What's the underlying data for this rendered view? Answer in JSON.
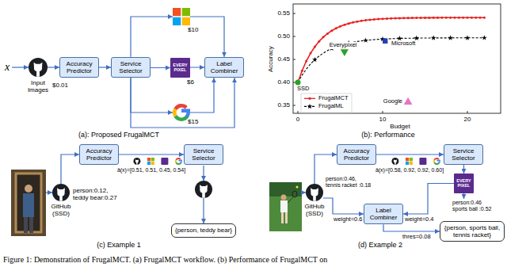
{
  "diagram": {
    "caption": "Figure 1: Demonstration of FrugalMCT. (a) FrugalMCT workflow. (b) Performance of FrugalMCT on",
    "nodes": [
      {
        "text": [
          "Input Images"
        ]
      },
      {
        "text": [
          "Accuracy Predictor"
        ]
      },
      {
        "text": [
          "Service Selector"
        ]
      },
      {
        "text": [
          "$10"
        ]
      },
      {
        "text": [
          "EVERY PIXEL",
          "$6"
        ]
      },
      {
        "text": [
          "$15"
        ]
      },
      {
        "text": [
          "Label Combiner"
        ]
      },
      {
        "text": [
          "Accuracy Predictor"
        ]
      },
      {
        "text": [
          "Service Selector"
        ]
      },
      {
        "text": [
          "GitHub (SSD)"
        ]
      },
      {
        "text": [
          "{person, teddy bear}"
        ]
      },
      {
        "text": [
          "Accuracy Predictor"
        ]
      },
      {
        "text": [
          "Service Selector"
        ]
      },
      {
        "text": [
          "GitHub (SSD)"
        ]
      },
      {
        "text": [
          "EVERY PIXEL"
        ]
      },
      {
        "text": [
          "Label Combiner"
        ]
      },
      {
        "text": [
          "{person, sports ball, tennis racket}"
        ]
      }
    ],
    "edges": [
      {
        "from": 0,
        "to": 1,
        "arrow": "to"
      },
      {
        "from": 1,
        "to": 2,
        "arrow": "to"
      },
      {
        "from": 2,
        "to": 3,
        "arrow": "to"
      },
      {
        "from": 2,
        "to": 4,
        "arrow": "to"
      },
      {
        "from": 2,
        "to": 5,
        "arrow": "to"
      },
      {
        "from": 2,
        "to": 6,
        "arrow": "to"
      },
      {
        "from": 3,
        "to": 6,
        "arrow": "to"
      },
      {
        "from": 4,
        "to": 6,
        "arrow": "to"
      },
      {
        "from": 5,
        "to": 6,
        "arrow": "to"
      },
      {
        "from": 9,
        "to": 7,
        "arrow": "to"
      },
      {
        "from": 7,
        "to": 8,
        "arrow": "to"
      },
      {
        "from": 13,
        "to": 11,
        "arrow": "to"
      },
      {
        "from": 11,
        "to": 12,
        "arrow": "to"
      },
      {
        "from": 12,
        "to": 14,
        "arrow": "to"
      },
      {
        "from": 13,
        "to": 15,
        "label": "weight=0.6",
        "arrow": "to"
      },
      {
        "from": 14,
        "to": 15,
        "label": "weight=0.4",
        "arrow": "to"
      },
      {
        "from": 15,
        "to": 16,
        "label": "thres=0.08",
        "arrow": "to"
      }
    ],
    "labels": [
      "x",
      "$0.01",
      "(a): Proposed FrugalMCT",
      "0.55",
      "0.50",
      "0.45",
      "0.40",
      "0.35",
      "0",
      "10",
      "20",
      "Accuracy",
      "Budget",
      "SSD",
      "Everypixel",
      "Microsoft",
      "Google",
      "(b): Performance",
      "person:0.12, teddy bear:0.27",
      "â(x)=[0.51, 0.51, 0.45, 0.54]",
      "(c) Example 1",
      "person:0.46, tennis racket :0.18",
      "â(x)=[0.58, 0.92, 0.92, 0.60]",
      "person:0.46 sports ball :0.52",
      "(d) Example 2"
    ],
    "legend": [
      {
        "text": "FrugalMCT"
      },
      {
        "text": "FrugalML"
      }
    ]
  }
}
